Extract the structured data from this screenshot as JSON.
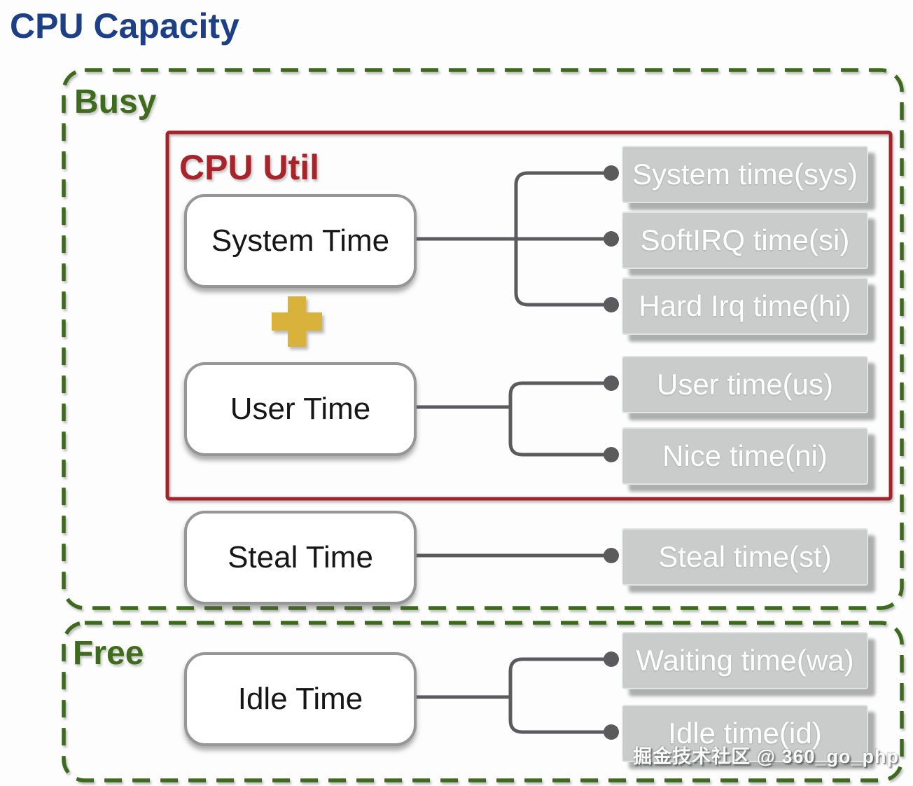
{
  "title": "CPU Capacity",
  "groups": {
    "busy": "Busy",
    "cpu_util": "CPU Util",
    "free": "Free"
  },
  "nodes": {
    "system_time": "System Time",
    "user_time": "User Time",
    "steal_time": "Steal Time",
    "idle_time": "Idle Time"
  },
  "metrics": {
    "sys": "System time(sys)",
    "si": "SoftIRQ time(si)",
    "hi": "Hard Irq time(hi)",
    "us": "User time(us)",
    "ni": "Nice time(ni)",
    "st": "Steal time(st)",
    "wa": "Waiting time(wa)",
    "id": "Idle time(id)"
  },
  "edges": [
    {
      "from": "system_time",
      "to": [
        "sys",
        "si",
        "hi"
      ]
    },
    {
      "from": "user_time",
      "to": [
        "us",
        "ni"
      ]
    },
    {
      "from": "steal_time",
      "to": [
        "st"
      ]
    },
    {
      "from": "idle_time",
      "to": [
        "wa",
        "id"
      ]
    }
  ],
  "operators": {
    "plus": "+"
  },
  "watermark": "掘金技术社区 @ 360_go_php",
  "colors": {
    "title_blue": "#1c3f86",
    "group_green": "#3e6b1c",
    "util_red": "#a6242a",
    "plus_gold": "#d9b23c",
    "metric_gray": "#c9cccb",
    "node_border_gray": "#969696",
    "connector_gray": "#5b5b5d"
  }
}
